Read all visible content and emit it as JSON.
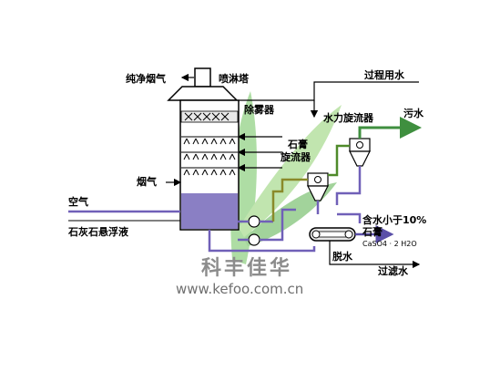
{
  "diagram": {
    "labels": {
      "clean_flue_gas": "纯净烟气",
      "spray_tower": "喷淋塔",
      "process_water": "过程用水",
      "demister": "除雾器",
      "hydrocyclone": "水力旋流器",
      "waste_water": "污水",
      "gypsum_cyclone_line1": "石膏",
      "gypsum_cyclone_line2": "旋流器",
      "flue_gas": "烟气",
      "air": "空气",
      "limestone_slurry": "石灰石悬浮液",
      "moisture_line": "含水小于10%",
      "gypsum": "石膏",
      "gypsum_formula": "CaSO4 · 2 H2O",
      "dewatering": "脱水",
      "filtered_water": "过滤水"
    },
    "watermark": {
      "brand": "科丰佳华",
      "url": "www.kefoo.com.cn"
    },
    "colors": {
      "tower_fill": "#ffffff",
      "tower_bottom_fill": "#8a7fc4",
      "pipe_purple": "#7060b8",
      "pipe_green": "#4f8a2a",
      "pipe_olive": "#8a8a2a",
      "arrow_green": "#3f8f3f",
      "watermark_leaf": "#6cc35a"
    }
  }
}
